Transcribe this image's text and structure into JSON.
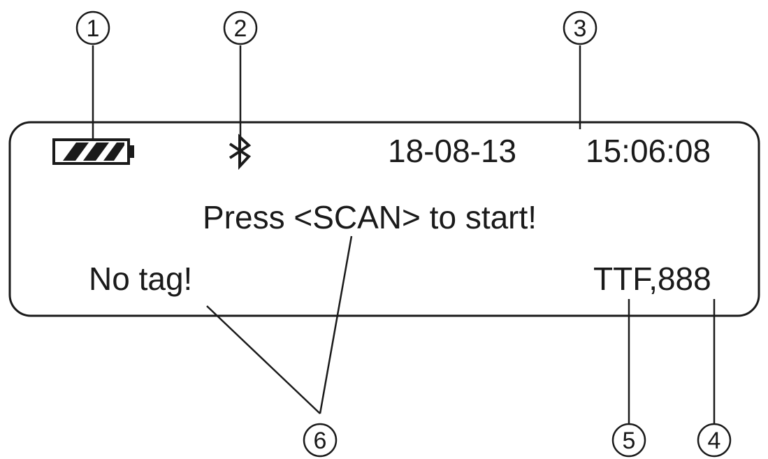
{
  "display": {
    "battery_icon": "battery-full-icon",
    "bluetooth_icon": "bluetooth-icon",
    "date": "18-08-13",
    "time": "15:06:08",
    "prompt": "Press <SCAN> to start!",
    "tag_status": "No tag!",
    "mode": "TTF,888"
  },
  "callouts": [
    {
      "id": "1",
      "symbol": "①"
    },
    {
      "id": "2",
      "symbol": "②"
    },
    {
      "id": "3",
      "symbol": "③"
    },
    {
      "id": "4",
      "symbol": "④"
    },
    {
      "id": "5",
      "symbol": "⑤"
    },
    {
      "id": "6",
      "symbol": "⑥"
    }
  ],
  "colors": {
    "ink": "#1a1a1a",
    "background": "#ffffff"
  }
}
